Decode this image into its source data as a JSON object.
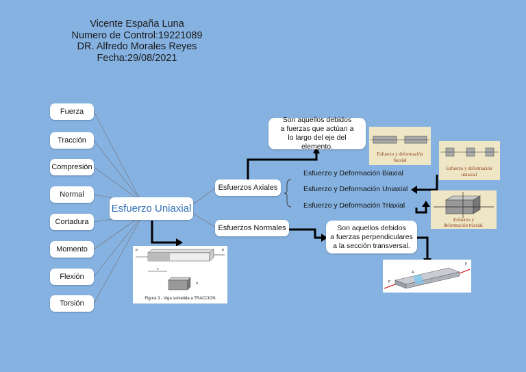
{
  "header": {
    "lines": [
      "Vicente España Luna",
      "Numero de Control:19221089",
      "DR. Alfredo Morales Reyes",
      "Fecha:29/08/2021"
    ]
  },
  "central": "Esfuerzo Uniaxial",
  "leaves": [
    "Fuerza",
    "Tracción",
    "Compresión",
    "Normal",
    "Cortadura",
    "Momento",
    "Flexión",
    "Torsión"
  ],
  "branches": {
    "axiales": "Esfuerzos Axiales",
    "normales": "Esfuerzos Normales"
  },
  "sub": {
    "biaxial": "Esfuerzo y Deformación Biaxial",
    "uniaxial": "Esfuerzo y Deformación Uniaxial",
    "triaxial": "Esfuerzo y Deformación Triaxial"
  },
  "notes": {
    "axiales": [
      "Son aquellos debidos",
      "a fuerzas que actúan a",
      "lo largo del eje del elemento."
    ],
    "normales": [
      "Son aquellos debidos",
      "a fuerzas perpendiculares",
      "a la sección transversal."
    ]
  },
  "images": {
    "biaxial": [
      "Esfuerzo y deformación",
      "biaxial"
    ],
    "uniaxial": [
      "Esfuerzo y deformación",
      "uniaxial"
    ],
    "triaxial": [
      "Esfuerzo y",
      "deformación triaxial."
    ],
    "figura": "Figura 3 - Viga sometida a TRACCION",
    "figura_marks": {
      "p": "P",
      "x": "x",
      "sigma": "σ"
    },
    "beam_marks": {
      "a": "A",
      "p": "P"
    }
  }
}
